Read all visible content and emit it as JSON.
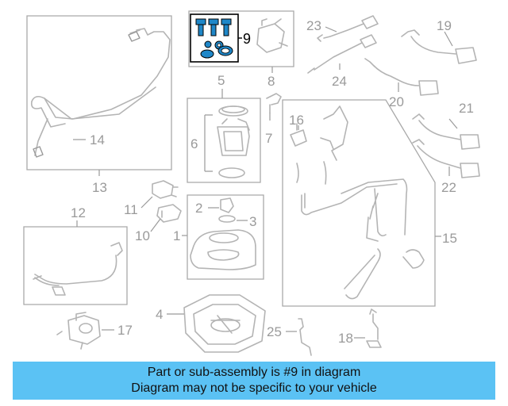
{
  "callouts": {
    "c1": "1",
    "c2": "2",
    "c3": "3",
    "c4": "4",
    "c5": "5",
    "c6": "6",
    "c7": "7",
    "c8": "8",
    "c9": "9",
    "c10": "10",
    "c11": "11",
    "c12": "12",
    "c13": "13",
    "c14": "14",
    "c15": "15",
    "c16": "16",
    "c17": "17",
    "c18": "18",
    "c19": "19",
    "c20": "20",
    "c21": "21",
    "c22": "22",
    "c23": "23",
    "c24": "24",
    "c25": "25"
  },
  "banner": {
    "line1": "Part or sub-assembly is #9 in diagram",
    "line2": "Diagram may not be specific to your vehicle",
    "color": "#5bc2f4"
  },
  "highlight": {
    "part": "9",
    "color": "#1f87c8"
  }
}
